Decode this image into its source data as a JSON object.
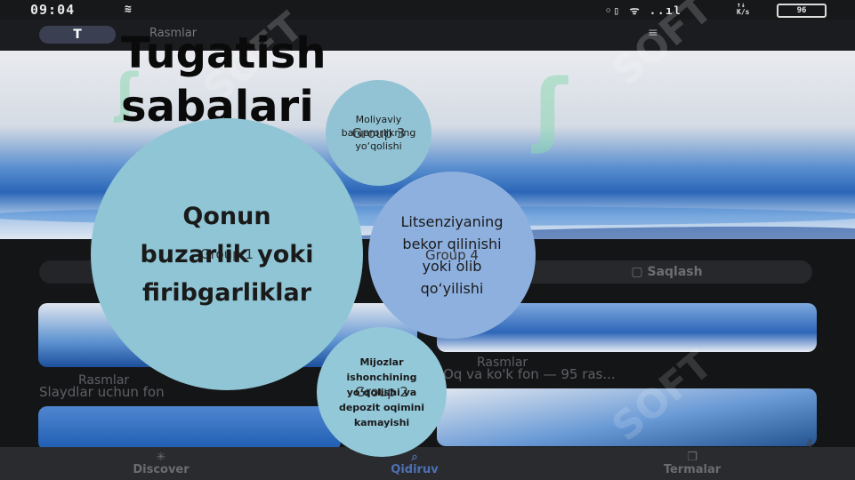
{
  "status_bar": {
    "time": "09:04",
    "battery": "96"
  },
  "app_bar": {
    "logo_label": "T",
    "site_label": "Rasmlar",
    "menu_glyph": "≡"
  },
  "background_items": {
    "save_label": "Saqlash",
    "cards": [
      {
        "source": "Rasmlar",
        "title": "Slaydlar uchun fon"
      },
      {
        "source": "Rasmlar",
        "title": "Oq va ko'k fon — 95 ras..."
      }
    ]
  },
  "slide": {
    "title": "Tugatish sabalari",
    "bubbles": [
      {
        "group": "Group 1",
        "text": "Qonun buzarlik yoki firibgarliklar",
        "color": "#8fc5d4"
      },
      {
        "group": "Group 3",
        "text": "Moliyaviy barqarorlikning yo‘qolishi",
        "color": "#91c3d4"
      },
      {
        "group": "Group 4",
        "text": "Litsenziyaning bekor qilinishi yoki olib qo‘yilishi",
        "color": "#8eb0de"
      },
      {
        "group": "Group 2",
        "text": "Mijozlar ishonchining yo‘qolishi va depozit oqimini kamayishi",
        "color": "#93c8d9"
      }
    ],
    "page_number": "4"
  },
  "bottom_nav": [
    {
      "label": "Discover",
      "icon": "asterisk-icon",
      "active": false
    },
    {
      "label": "Qidiruv",
      "icon": "search-icon",
      "active": true
    },
    {
      "label": "Termalar",
      "icon": "tabs-icon",
      "active": false
    }
  ],
  "watermark": "SOFT"
}
